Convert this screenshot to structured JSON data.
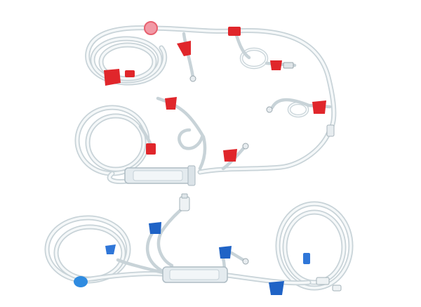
{
  "colors": {
    "background": "#ffffff",
    "tubing": "#c8d3d8",
    "tubing_highlight": "#f5f8f9",
    "arterial_clamp": "#e0262b",
    "venous_clamp": "#1f63c6",
    "chamber": "#dfe7ec"
  },
  "sets": [
    {
      "name": "arterial-bloodline-set",
      "clamp_color": "red"
    },
    {
      "name": "venous-bloodline-set",
      "clamp_color": "blue"
    }
  ],
  "icons": [
    "slide-clamp",
    "luer-connector",
    "drip-chamber",
    "tubing-coil",
    "injection-port"
  ]
}
